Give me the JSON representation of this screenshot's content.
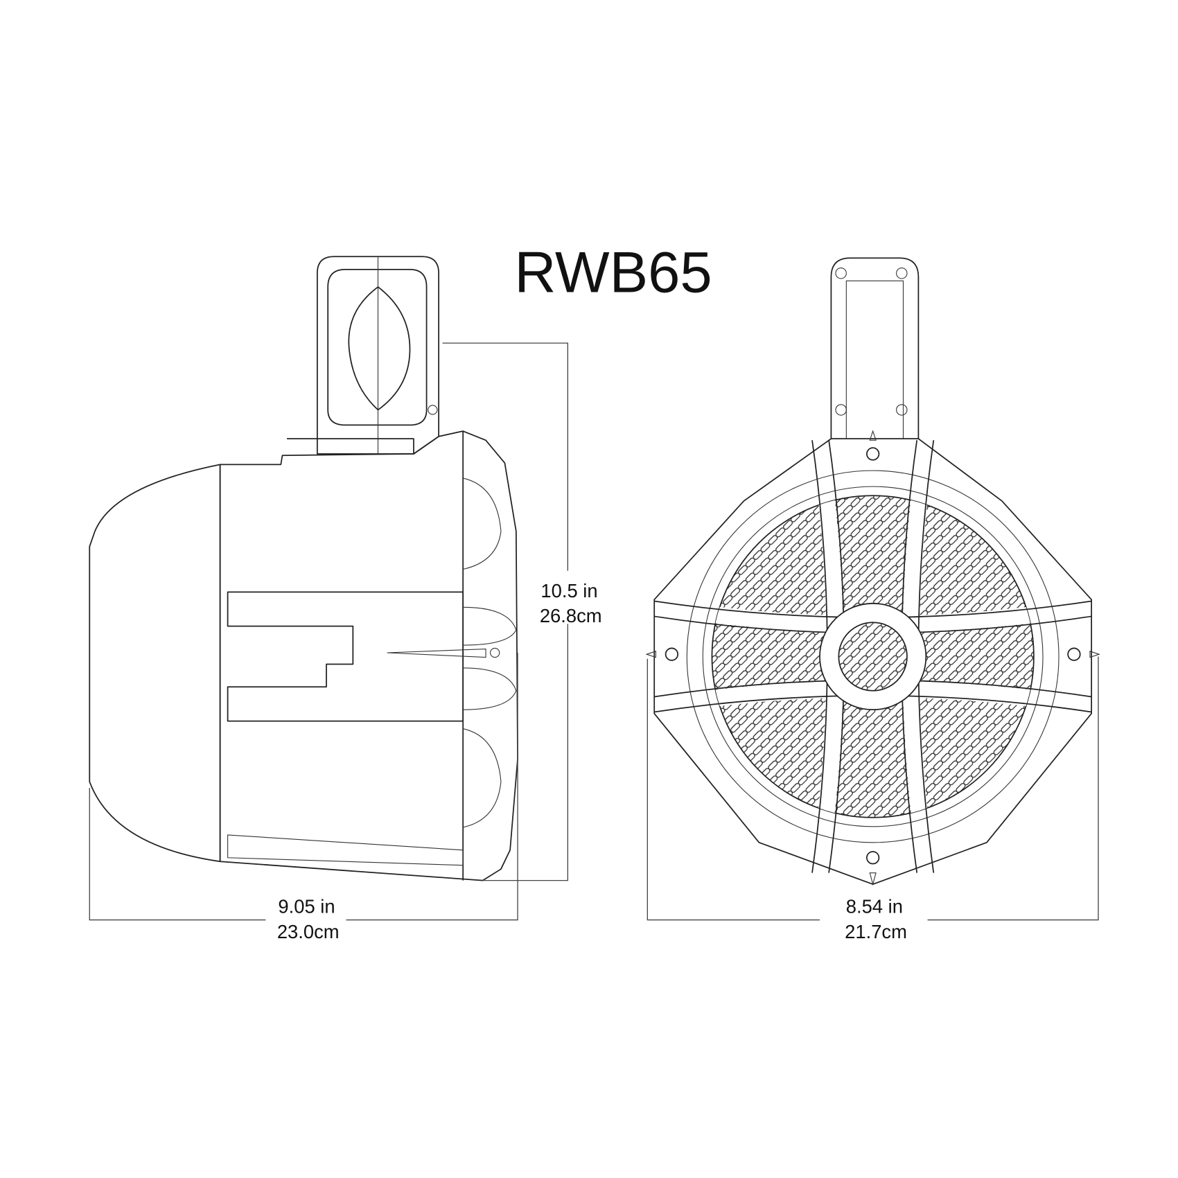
{
  "title": "RWB65",
  "dimensions": {
    "height": {
      "imperial": "10.5 in",
      "metric": "26.8cm"
    },
    "depth": {
      "imperial": "9.05 in",
      "metric": "23.0cm"
    },
    "width": {
      "imperial": "8.54 in",
      "metric": "21.7cm"
    }
  },
  "colors": {
    "line": "#222222",
    "background": "#ffffff"
  }
}
